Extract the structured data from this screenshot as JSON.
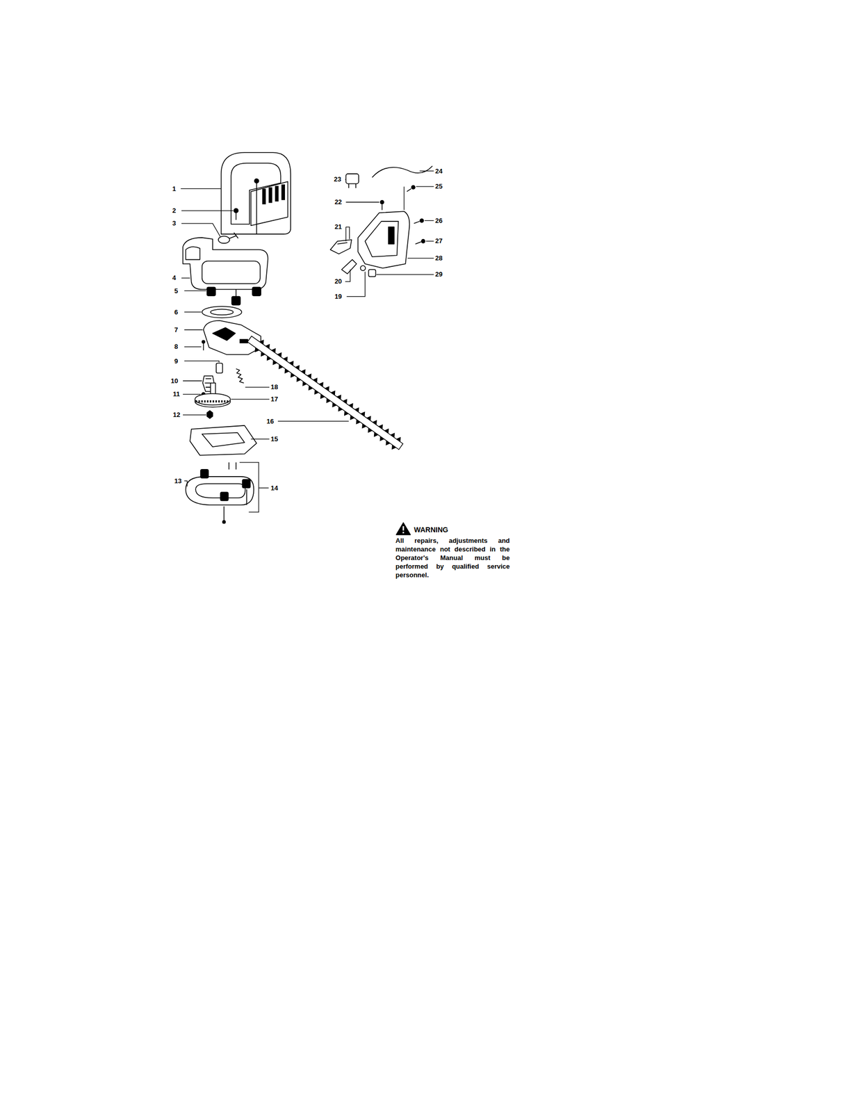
{
  "diagram": {
    "labels": [
      "1",
      "2",
      "3",
      "4",
      "5",
      "6",
      "7",
      "8",
      "9",
      "10",
      "11",
      "12",
      "13",
      "14",
      "15",
      "16",
      "17",
      "18",
      "19",
      "20",
      "21",
      "22",
      "23",
      "24",
      "25",
      "26",
      "27",
      "28",
      "29",
      "WARNING",
      "All repairs, adjustments and maintenance not described in the Operator's Manual must be performed by qualified service personnel."
    ]
  }
}
